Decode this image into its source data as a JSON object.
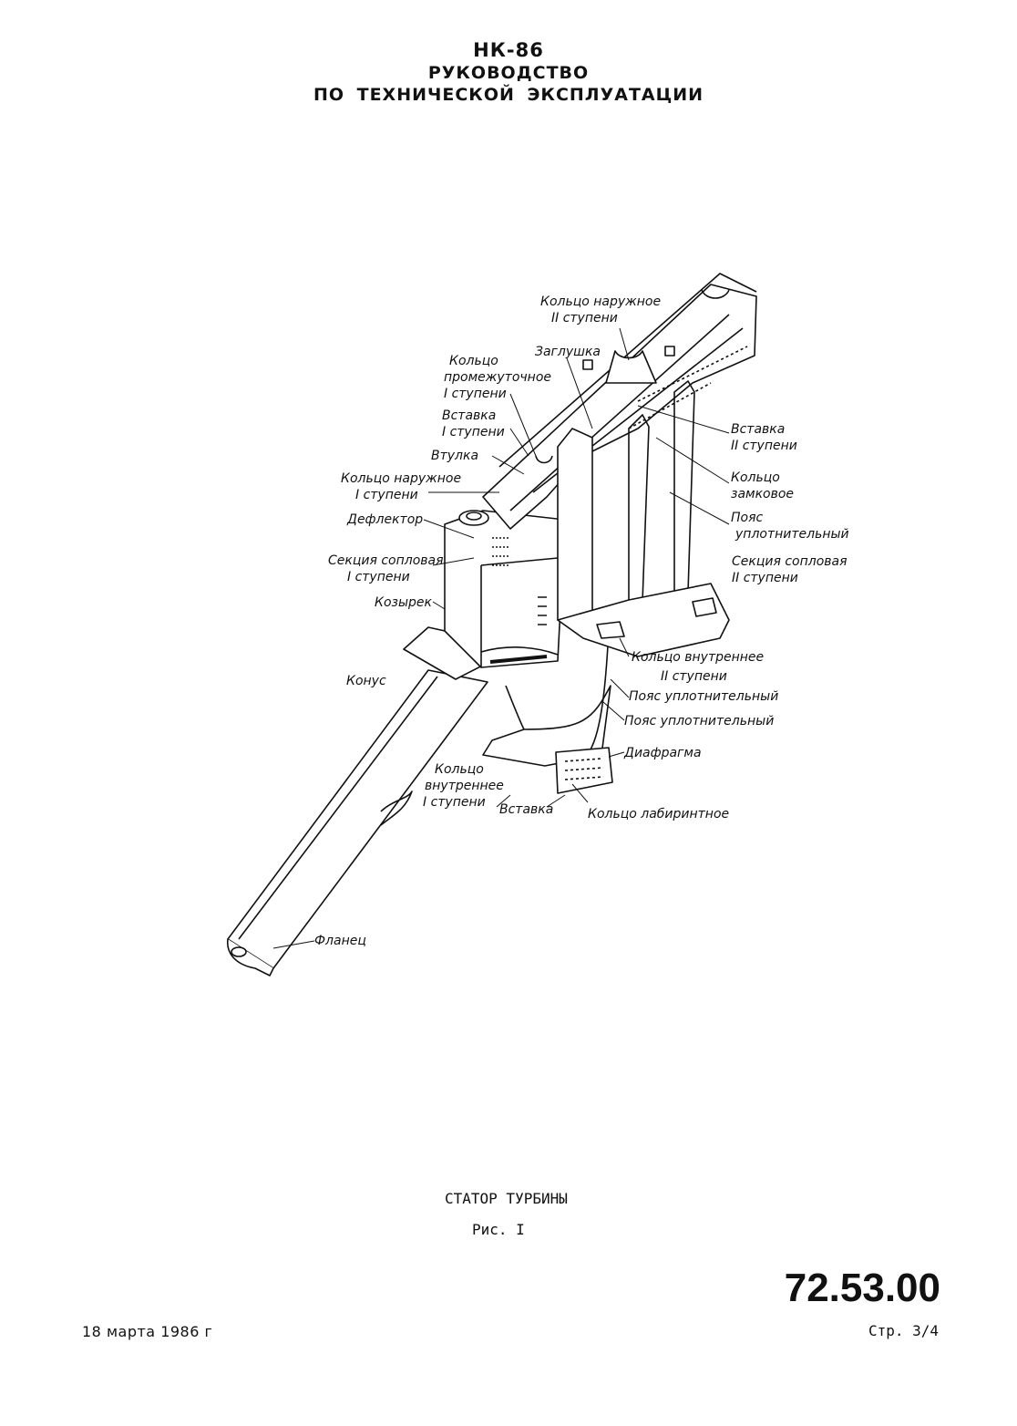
{
  "header": {
    "code": "НК-86",
    "title_line1": "РУКОВОДСТВО",
    "title_line2": "ПО ТЕХНИЧЕСКОЙ ЭКСПЛУАТАЦИИ"
  },
  "figure": {
    "labels": {
      "outer_ring_2a": "Кольцо наружное",
      "outer_ring_2b": "II ступени",
      "plug": "Заглушка",
      "intermediate_ring_a": "Кольцо",
      "intermediate_ring_b": "промежуточное",
      "intermediate_ring_c": "I ступени",
      "insert_1a": "Вставка",
      "insert_1b": "I ступени",
      "bushing": "Втулка",
      "outer_ring_1a": "Кольцо наружное",
      "outer_ring_1b": "I ступени",
      "deflector": "Дефлектор",
      "nozzle_section_1a": "Секция сопловая",
      "nozzle_section_1b": "I ступени",
      "visor": "Козырек",
      "insert_2a": "Вставка",
      "insert_2b": "II ступени",
      "lock_ring_a": "Кольцо",
      "lock_ring_b": "замковое",
      "seal_belt_a": "Пояс",
      "seal_belt_b": "уплотнительный",
      "nozzle_section_2a": "Секция сопловая",
      "nozzle_section_2b": "II ступени",
      "inner_ring_2a": "Кольцо внутреннее",
      "inner_ring_2b": "II ступени",
      "seal_belt_2": "Пояс уплотнительный",
      "seal_belt_3": "Пояс уплотнительный",
      "cone": "Конус",
      "diaphragm": "Диафрагма",
      "inner_ring_1a": "Кольцо",
      "inner_ring_1b": "внутреннее",
      "inner_ring_1c": "I ступени",
      "insert": "Вставка",
      "labyrinth_ring": "Кольцо лабиринтное",
      "flange": "Фланец"
    }
  },
  "caption": {
    "title": "СТАТОР ТУРБИНЫ",
    "figure_number": "Рис. I"
  },
  "footer": {
    "doc_number": "72.53.00",
    "page": "Стр. 3/4",
    "date": "18 марта 1986 г"
  }
}
